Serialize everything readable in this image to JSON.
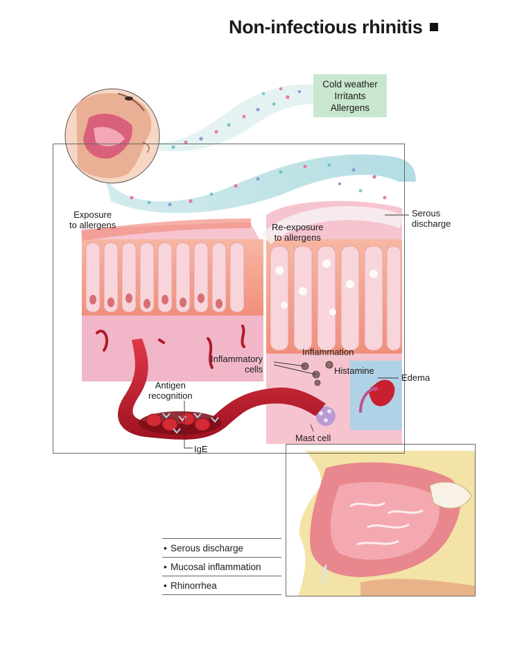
{
  "title": "Non-infectious rhinitis",
  "triggers": [
    "Cold weather",
    "Irritants",
    "Allergens"
  ],
  "labels": {
    "exposure": [
      "Exposure",
      "to allergens"
    ],
    "reexposure": [
      "Re-exposure",
      "to allergens"
    ],
    "serous": [
      "Serous",
      "discharge"
    ],
    "inflammation": "Inflammation",
    "inflammatory_cells": [
      "Inflammatory",
      "cells"
    ],
    "histamine": "Histamine",
    "edema": "Edema",
    "antigen": [
      "Antigen",
      "recognition"
    ],
    "ige": "IgE",
    "mast_cell": "Mast cell"
  },
  "symptoms": [
    "Serous discharge",
    "Mucosal inflammation",
    "Rhinorrhea"
  ],
  "colors": {
    "vessel": "#c8202e",
    "tissue": "#f1b7c9",
    "epithelium": "#f2a48f",
    "stream": "#b9e0e4",
    "trigger_box": "#c9e7cf",
    "edema": "#a8d4e8"
  }
}
